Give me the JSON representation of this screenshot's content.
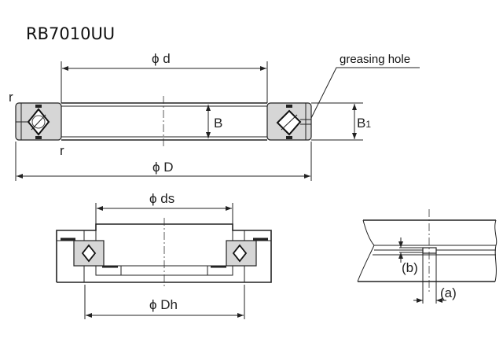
{
  "title": "RB7010UU",
  "top_view": {
    "inner_diameter_label": "ϕ d",
    "outer_diameter_label": "ϕ D",
    "width_label": "B",
    "outer_width_label": "B",
    "outer_width_subscript": "1",
    "greasing_hole_label": "greasing hole",
    "radius_label_top": "r",
    "radius_label_bottom": "r"
  },
  "mount_view": {
    "shaft_diameter_label": "ϕ ds",
    "housing_diameter_label": "ϕ Dh"
  },
  "detail_view": {
    "dim_a_label": "(a)",
    "dim_b_label": "(b)"
  }
}
